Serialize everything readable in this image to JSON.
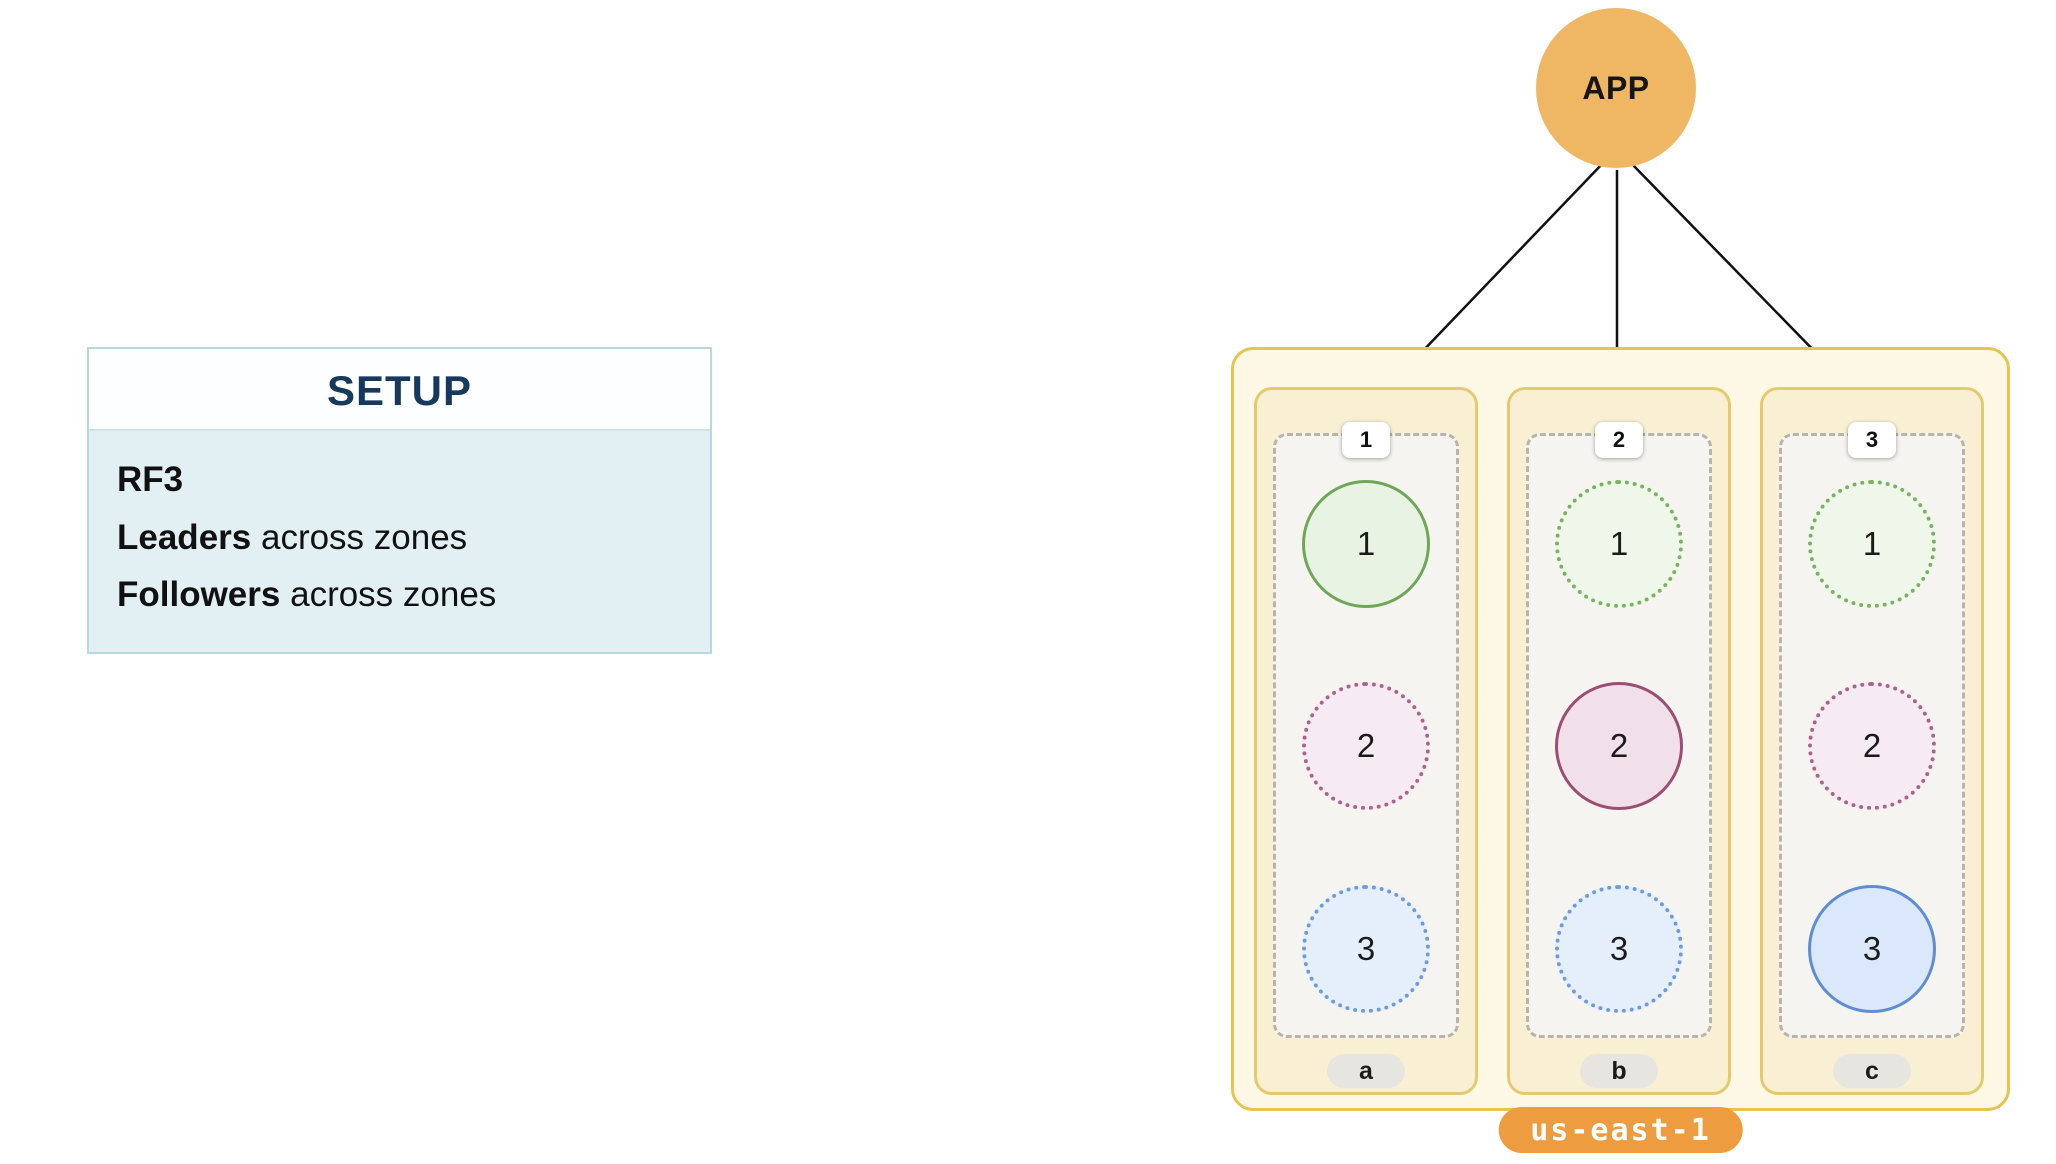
{
  "app": {
    "label": "APP"
  },
  "setup": {
    "title": "SETUP",
    "lines": [
      {
        "bold": "RF3",
        "rest": ""
      },
      {
        "bold": "Leaders",
        "rest": " across zones"
      },
      {
        "bold": "Followers",
        "rest": " across zones"
      }
    ]
  },
  "region": {
    "label": "us-east-1",
    "zones": [
      {
        "label": "a",
        "node_badge": "1",
        "replicas": [
          {
            "label": "1",
            "role": "leader",
            "color_name": "green"
          },
          {
            "label": "2",
            "role": "follower",
            "color_name": "pink"
          },
          {
            "label": "3",
            "role": "follower",
            "color_name": "blue"
          }
        ]
      },
      {
        "label": "b",
        "node_badge": "2",
        "replicas": [
          {
            "label": "1",
            "role": "follower",
            "color_name": "green"
          },
          {
            "label": "2",
            "role": "leader",
            "color_name": "pink"
          },
          {
            "label": "3",
            "role": "follower",
            "color_name": "blue"
          }
        ]
      },
      {
        "label": "c",
        "node_badge": "3",
        "replicas": [
          {
            "label": "1",
            "role": "follower",
            "color_name": "green"
          },
          {
            "label": "2",
            "role": "follower",
            "color_name": "pink"
          },
          {
            "label": "3",
            "role": "leader",
            "color_name": "blue"
          }
        ]
      }
    ]
  },
  "colors": {
    "app_circle": "#efb763",
    "region_fill": "#fdf8e6",
    "region_border": "#e5c452",
    "zone_fill": "#f9f0d4",
    "zone_border": "#e5ca6d",
    "leader_green": "#6fa757",
    "leader_pink": "#9b4d72",
    "leader_blue": "#5f8dd3",
    "region_label_bg": "#ee9c40",
    "setup_title_color": "#17395d",
    "setup_body_bg": "#e2eff3"
  }
}
